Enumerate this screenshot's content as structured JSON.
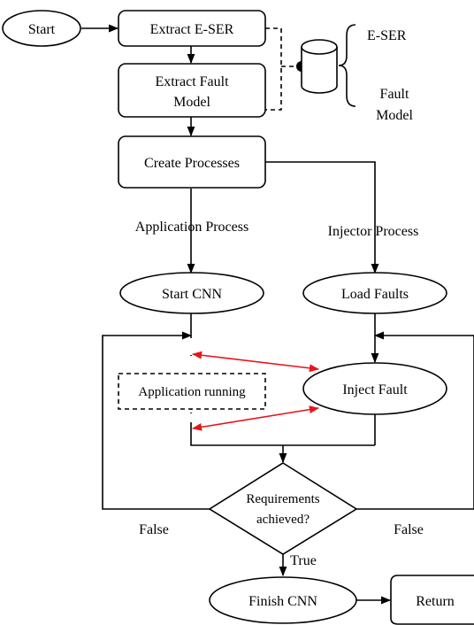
{
  "nodes": {
    "start": "Start",
    "extract_eser": "Extract E-SER",
    "extract_fault_model": [
      "Extract Fault",
      "Model"
    ],
    "create_processes": "Create Processes",
    "start_cnn": "Start CNN",
    "load_faults": "Load Faults",
    "application_running": "Application running",
    "inject_fault": "Inject Fault",
    "requirements": [
      "Requirements",
      "achieved?"
    ],
    "finish_cnn": "Finish CNN",
    "return": "Return"
  },
  "storage": {
    "eser_label": "E-SER",
    "fault_model_label": [
      "Fault",
      "Model"
    ]
  },
  "edge_labels": {
    "application_process": "Application Process",
    "injector_process": "Injector Process",
    "false_left": "False",
    "false_right": "False",
    "true": "True"
  }
}
